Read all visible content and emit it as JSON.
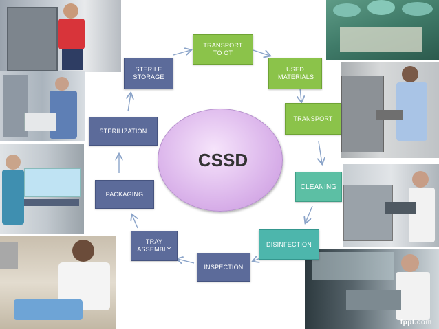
{
  "center": {
    "label": "CSSD"
  },
  "steps": {
    "transport_to_ot": "TRANSPORT TO OT",
    "used_materials": "USED MATERIALS",
    "transport": "TRANSPORT",
    "cleaning": "CLEANING",
    "disinfection": "DISINFECTION",
    "inspection": "INSPECTION",
    "tray_assembly": "TRAY ASSEMBLY",
    "packaging": "PACKAGING",
    "sterilization": "STERILIZATION",
    "sterile_storage": "STERILE STORAGE"
  },
  "colors": {
    "green_box": "#8bc34a",
    "teal_box": "#4db6ac",
    "purple_box": "#5c6b9a",
    "arrow": "#8ba4c9",
    "center": "#ddb8ec"
  },
  "watermark": "fppt.com"
}
